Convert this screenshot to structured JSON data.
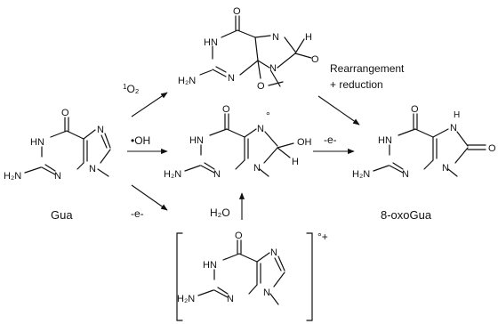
{
  "atoms": {
    "o": "O",
    "n": "N",
    "hn": "HN",
    "h2n": "H₂N",
    "h": "H",
    "oh": "OH",
    "nh_h": "H"
  },
  "reagents": {
    "singlet_o2_sup": "1",
    "singlet_o2": "O₂",
    "hydroxyl_radical": "•OH",
    "electron_loss_1": "-e-",
    "electron_loss_2": "-e-",
    "water": "H₂O"
  },
  "annotations": {
    "rearrangement": "Rearrangement",
    "reduction": "+ reduction",
    "radical_dot": "°",
    "radical_cation": "°+"
  },
  "compounds": {
    "guanine": "Gua",
    "oxoguanine": "8-oxoGua"
  }
}
